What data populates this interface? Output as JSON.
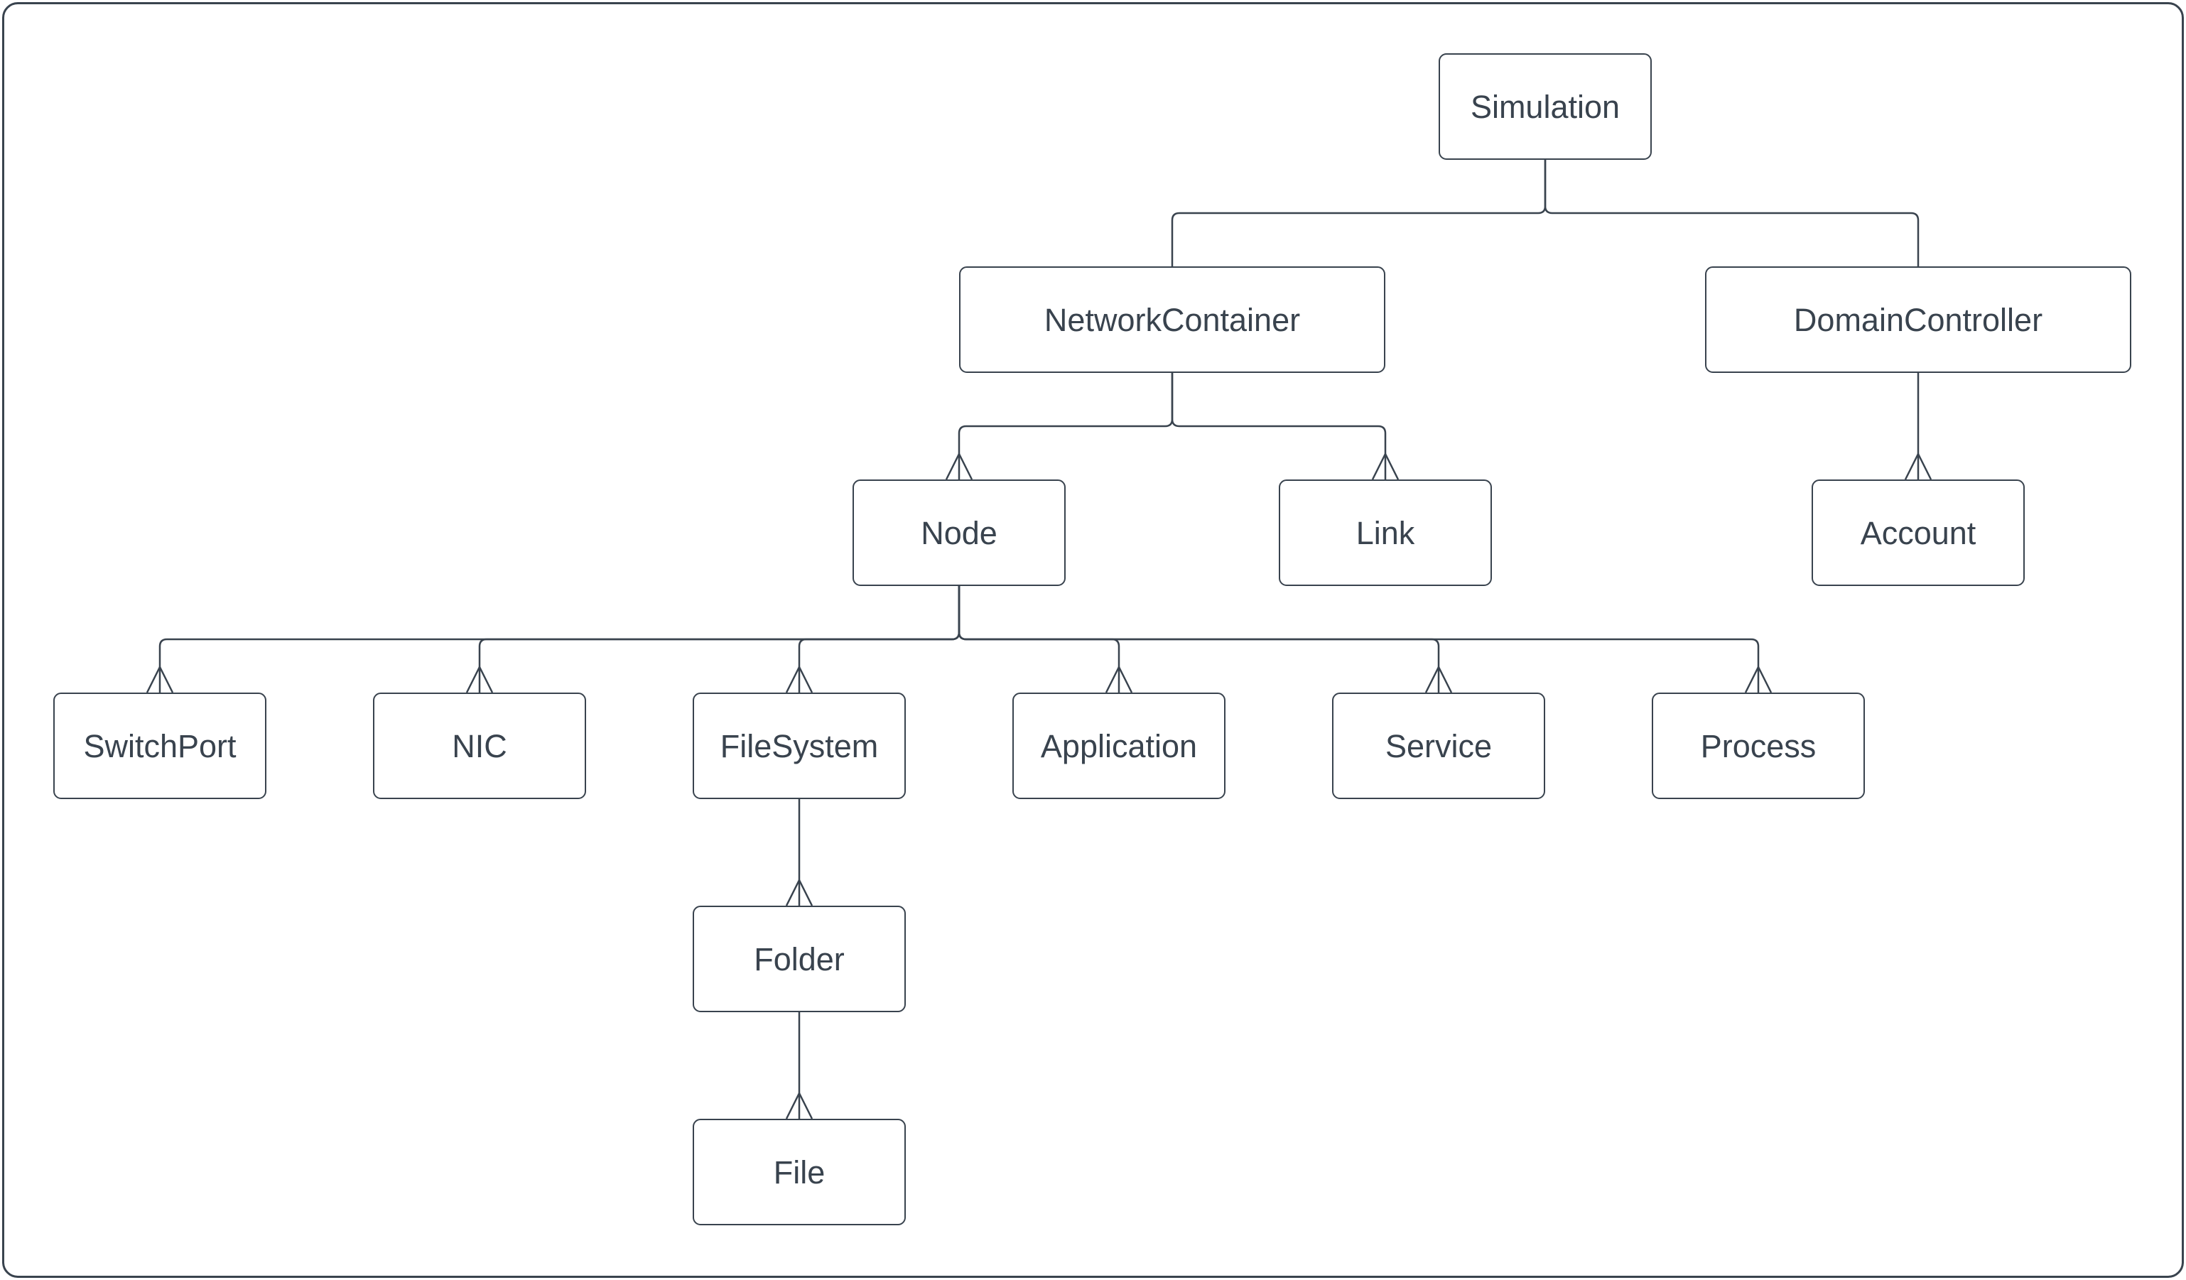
{
  "diagram": {
    "type": "tree",
    "nodes": [
      {
        "id": "simulation",
        "label": "Simulation"
      },
      {
        "id": "network-container",
        "label": "NetworkContainer"
      },
      {
        "id": "domain-controller",
        "label": "DomainController"
      },
      {
        "id": "node",
        "label": "Node"
      },
      {
        "id": "link",
        "label": "Link"
      },
      {
        "id": "account",
        "label": "Account"
      },
      {
        "id": "switch-port",
        "label": "SwitchPort"
      },
      {
        "id": "nic",
        "label": "NIC"
      },
      {
        "id": "file-system",
        "label": "FileSystem"
      },
      {
        "id": "application",
        "label": "Application"
      },
      {
        "id": "service",
        "label": "Service"
      },
      {
        "id": "process",
        "label": "Process"
      },
      {
        "id": "folder",
        "label": "Folder"
      },
      {
        "id": "file",
        "label": "File"
      }
    ],
    "edges": [
      {
        "from": "simulation",
        "to": "network-container",
        "arrowhead": false
      },
      {
        "from": "simulation",
        "to": "domain-controller",
        "arrowhead": false
      },
      {
        "from": "network-container",
        "to": "node",
        "arrowhead": true
      },
      {
        "from": "network-container",
        "to": "link",
        "arrowhead": true
      },
      {
        "from": "domain-controller",
        "to": "account",
        "arrowhead": true
      },
      {
        "from": "node",
        "to": "switch-port",
        "arrowhead": true
      },
      {
        "from": "node",
        "to": "nic",
        "arrowhead": true
      },
      {
        "from": "node",
        "to": "file-system",
        "arrowhead": true
      },
      {
        "from": "node",
        "to": "application",
        "arrowhead": true
      },
      {
        "from": "node",
        "to": "service",
        "arrowhead": true
      },
      {
        "from": "node",
        "to": "process",
        "arrowhead": true
      },
      {
        "from": "file-system",
        "to": "folder",
        "arrowhead": true
      },
      {
        "from": "folder",
        "to": "file",
        "arrowhead": true
      }
    ],
    "colors": {
      "stroke": "#39434e",
      "text": "#39434e",
      "background": "#ffffff"
    }
  }
}
